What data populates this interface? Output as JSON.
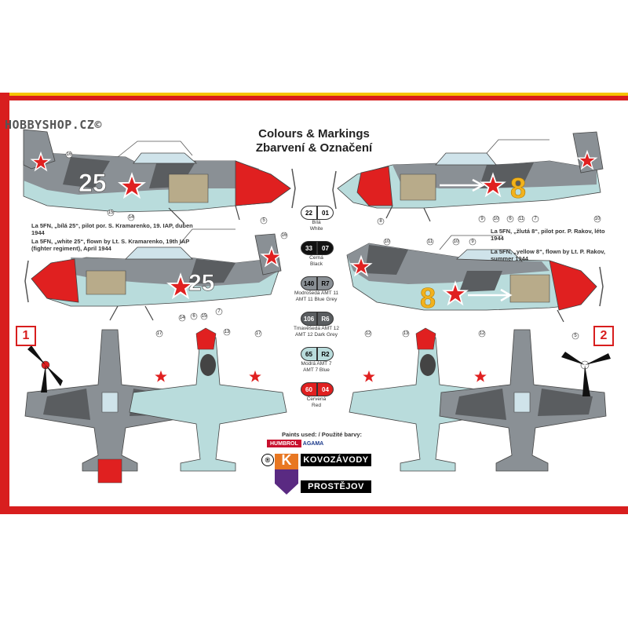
{
  "watermark": "HOBBYSHOP.CZ©",
  "title": {
    "line1": "Colours & Markings",
    "line2": "Zbarvení & Označení"
  },
  "captions": {
    "left_cz": "La 5FN, „bílá 25“, pilot por. S. Kramarenko, 19. IAP, duben 1944",
    "left_en": "La 5FN, „white 25“, flown by Lt. S. Kramarenko, 19th IAP (fighter regiment), April 1944",
    "right_cz": "La 5FN, „žlutá 8“, pilot por. P. Rakov, léto 1944",
    "right_en": "La 5FN, „yellow 8“, flown by Lt. P. Rakov, summer 1944"
  },
  "aircraft_numbers": {
    "left": "25",
    "right": "8"
  },
  "profile_numbers": {
    "left_top": [
      "16",
      "15",
      "14",
      "5"
    ],
    "left_mid": [
      "16",
      "14",
      "6",
      "15",
      "7"
    ],
    "right_top": [
      "8",
      "9",
      "10",
      "6",
      "11",
      "7",
      "10"
    ],
    "right_mid": [
      "10",
      "11",
      "10",
      "9",
      "5"
    ],
    "plan_left": [
      "17",
      "13",
      "17"
    ],
    "plan_right": [
      "12",
      "13",
      "12"
    ]
  },
  "paints": [
    {
      "a": "22",
      "b": "01",
      "label_cz": "Bílá",
      "label_en": "White",
      "color": "#ffffff",
      "text": "#000"
    },
    {
      "a": "33",
      "b": "07",
      "label_cz": "Černá",
      "label_en": "Black",
      "color": "#111111",
      "text": "#fff"
    },
    {
      "a": "140",
      "b": "R7",
      "label_cz": "Modrošedá AMT 11",
      "label_en": "AMT 11 Blue Grey",
      "color": "#8a9095",
      "text": "#000"
    },
    {
      "a": "106",
      "b": "R6",
      "label_cz": "Tmavěšedá AMT 12",
      "label_en": "AMT 12 Dark Grey",
      "color": "#5a5d60",
      "text": "#fff"
    },
    {
      "a": "65",
      "b": "R2",
      "label_cz": "Modrá AMT 7",
      "label_en": "AMT 7 Blue",
      "color": "#b9dcdc",
      "text": "#000"
    },
    {
      "a": "60",
      "b": "04",
      "label_cz": "Červená",
      "label_en": "Red",
      "color": "#e02020",
      "text": "#fff"
    }
  ],
  "paints_used": "Paints used: / Použité barvy:",
  "brands": {
    "humbrol": "HUMBROL",
    "agama": "AGAMA"
  },
  "logo": {
    "mark": "K",
    "reg": "®",
    "line1": "KOVOZÁVODY",
    "line2": "PROSTĚJOV"
  },
  "flags": {
    "left": "1",
    "right": "2"
  },
  "colors": {
    "red": "#d81e1e",
    "yellow": "#f5c400",
    "light_blue": "#b9dcdc",
    "grey": "#8a9095",
    "dark_grey": "#5a5d60",
    "numeral_yellow": "#f2b21c"
  }
}
